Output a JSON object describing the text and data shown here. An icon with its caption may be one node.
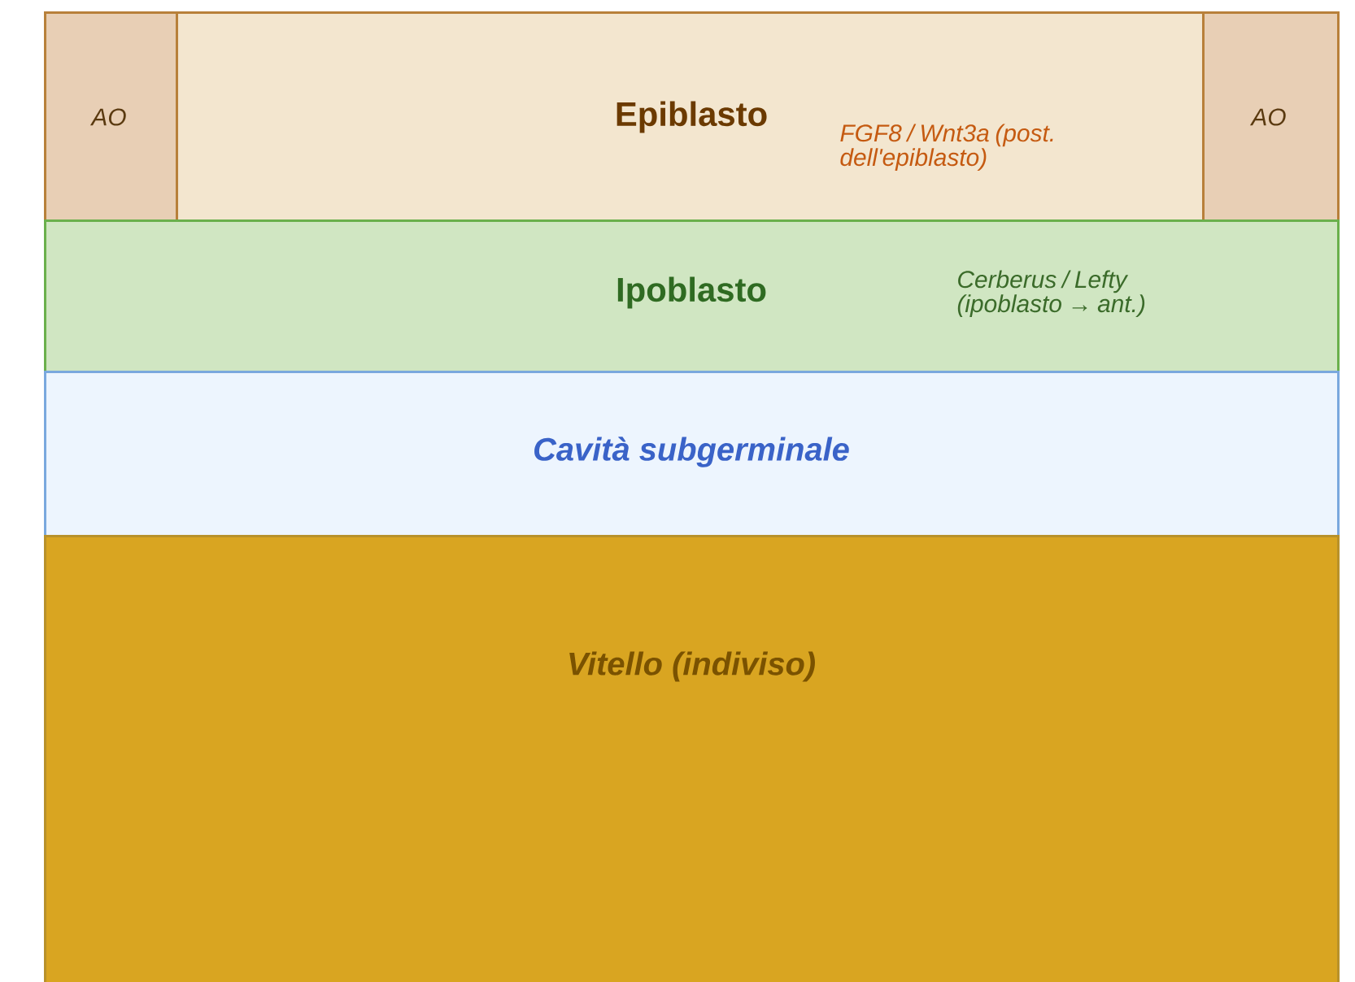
{
  "diagram": {
    "nodes": [
      {
        "text": [
          "AO"
        ]
      },
      {
        "text": [
          "Epiblasto",
          "FGF8 / Wnt3a (post. dell'epiblasto)"
        ]
      },
      {
        "text": [
          "AO"
        ]
      },
      {
        "text": [
          "Ipoblasto",
          "Cerberus / Lefty (ipoblasto → ant.)"
        ]
      },
      {
        "text": [
          "Cavità subgerminale"
        ]
      },
      {
        "text": [
          "Vitello (indiviso)"
        ]
      }
    ]
  }
}
